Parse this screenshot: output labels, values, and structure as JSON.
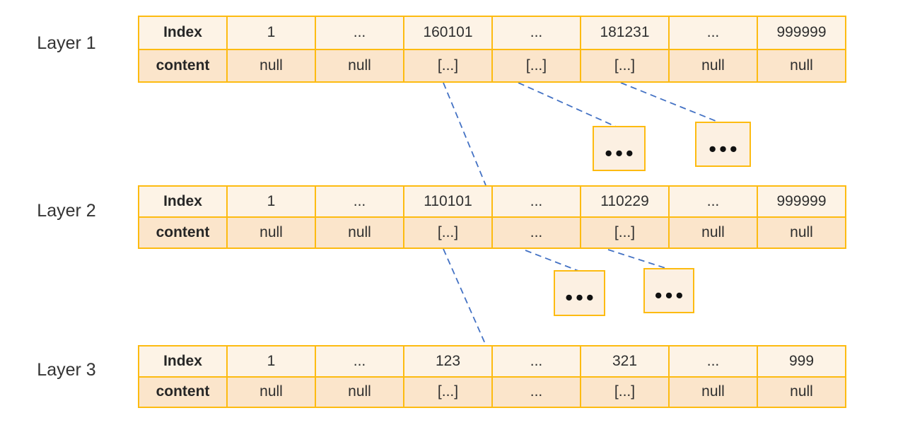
{
  "diagram": {
    "layers": [
      {
        "label": "Layer 1",
        "index_row": [
          "Index",
          "1",
          "...",
          "160101",
          "...",
          "181231",
          "...",
          "999999"
        ],
        "content_row": [
          "content",
          "null",
          "null",
          "[...]",
          "[...]",
          "[...]",
          "null",
          "null"
        ]
      },
      {
        "label": "Layer 2",
        "index_row": [
          "Index",
          "1",
          "...",
          "110101",
          "...",
          "110229",
          "...",
          "999999"
        ],
        "content_row": [
          "content",
          "null",
          "null",
          "[...]",
          "...",
          "[...]",
          "null",
          "null"
        ]
      },
      {
        "label": "Layer 3",
        "index_row": [
          "Index",
          "1",
          "...",
          "123",
          "...",
          "321",
          "...",
          "999"
        ],
        "content_row": [
          "content",
          "null",
          "null",
          "[...]",
          "...",
          "[...]",
          "null",
          "null"
        ]
      }
    ],
    "ellipsis_boxes": [
      {
        "dots": "•••"
      },
      {
        "dots": "•••"
      },
      {
        "dots": "•••"
      },
      {
        "dots": "•••"
      }
    ],
    "colors": {
      "table_border": "#FDBB11",
      "index_row_fill": "#FDF3E6",
      "content_row_fill": "#FBE5CB",
      "box_fill": "#FCF0E2",
      "connector": "#4472C4",
      "text": "#2F2F2F"
    }
  }
}
